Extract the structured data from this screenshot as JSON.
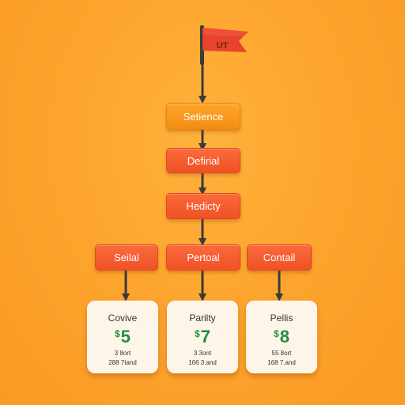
{
  "flag": {
    "label": "UT",
    "color": "#e8432f"
  },
  "nodes": {
    "root": "Setience",
    "level2": "Defirial",
    "level3": "Hedicty",
    "leaves": [
      "Seilal",
      "Pertoal",
      "Contail"
    ]
  },
  "cards": [
    {
      "title": "Covive",
      "currency": "$",
      "amount": "5",
      "line1": "3 8ort",
      "line2": "288 7tand"
    },
    {
      "title": "Parilty",
      "currency": "$",
      "amount": "7",
      "line1": "3 3ont",
      "line2": "166 3.and"
    },
    {
      "title": "Pellis",
      "currency": "$",
      "amount": "8",
      "line1": "55 8ort",
      "line2": "168 7.and"
    }
  ],
  "colors": {
    "background": "#fca42d",
    "root_node": "#f7981e",
    "mid_node": "#f45d30",
    "arrow": "#3a3a3a",
    "price": "#1f8f3c",
    "card": "#fdf6e8"
  }
}
